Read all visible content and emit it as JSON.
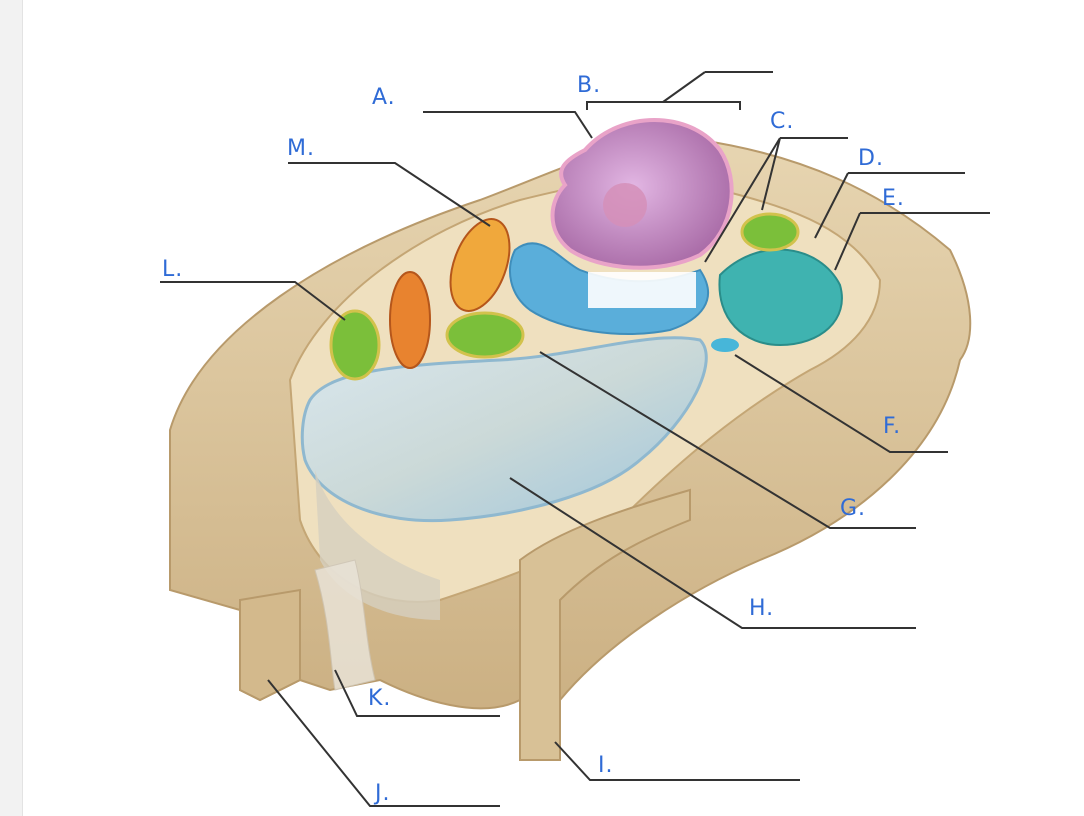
{
  "diagram": {
    "labels": {
      "A": "A.",
      "B": "B.",
      "C": "C.",
      "D": "D.",
      "E": "E.",
      "F": "F.",
      "G": "G.",
      "H": "H.",
      "I": "I.",
      "J": "J.",
      "K": "K.",
      "L": "L.",
      "M": "M."
    },
    "colors": {
      "label_ink": "#2f6bd6",
      "cell_wall": "#d9c29a",
      "nucleus": "#c98fc7",
      "er": "#4aa9dd",
      "golgi": "#3fb3b0",
      "chloroplast": "#7bbf3a",
      "mitochondrion": "#e8832f",
      "vacuole": "#bfd6e3",
      "leader_line": "#333333"
    }
  }
}
